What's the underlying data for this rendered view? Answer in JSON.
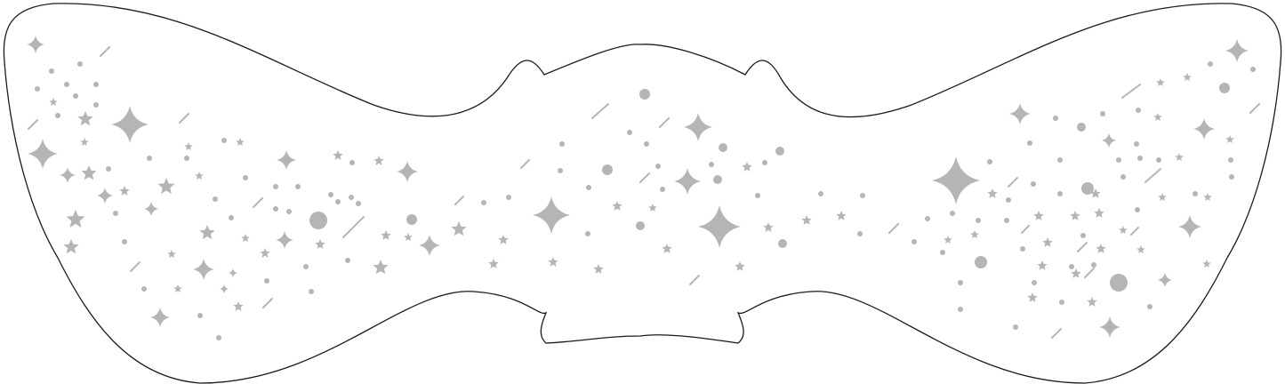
{
  "artwork": {
    "subject": "bow-tie-outline",
    "pattern": "starry-night",
    "colors": {
      "background": "#ffffff",
      "outline": "#1a1a1a",
      "pattern": "#b5b5b5"
    },
    "pattern_elements": [
      "sparkle-icon",
      "star-icon",
      "dot",
      "dash"
    ]
  }
}
